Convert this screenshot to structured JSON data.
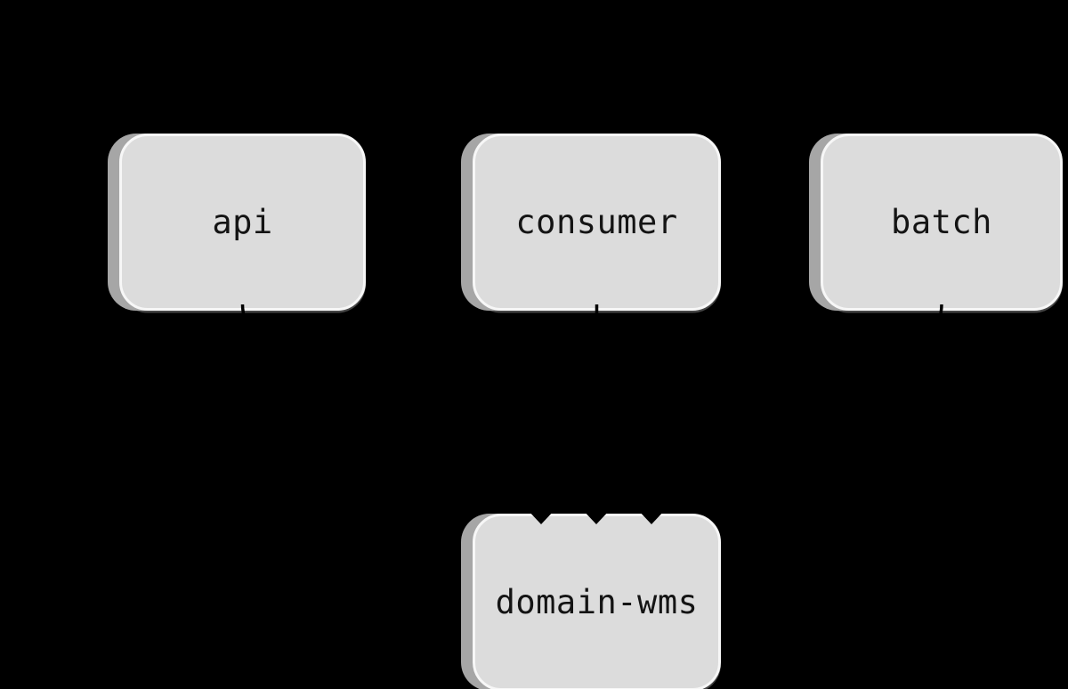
{
  "diagram": {
    "type": "flowchart",
    "background_color": "#000000",
    "node_fill_color": "#dcdcdc",
    "node_border_color": "#f7f7f7",
    "node_text_color": "#141414",
    "edge_color": "#000000",
    "nodes": [
      {
        "id": "api",
        "label": "api"
      },
      {
        "id": "consumer",
        "label": "consumer"
      },
      {
        "id": "batch",
        "label": "batch"
      },
      {
        "id": "domain-wms",
        "label": "domain-wms"
      }
    ],
    "edges": [
      {
        "from": "api",
        "to": "domain-wms"
      },
      {
        "from": "consumer",
        "to": "domain-wms"
      },
      {
        "from": "batch",
        "to": "domain-wms"
      }
    ]
  }
}
